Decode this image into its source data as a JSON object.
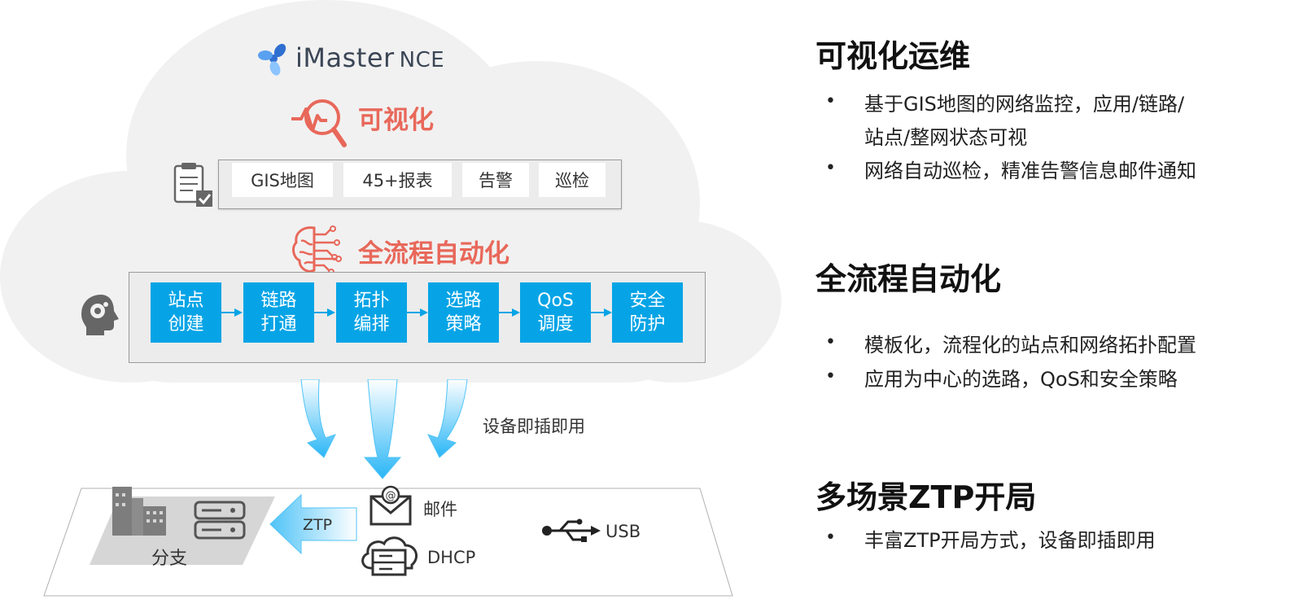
{
  "brand": {
    "name": "iMaster",
    "suffix": "NCE"
  },
  "visual": {
    "title": "可视化",
    "tags": [
      "GIS地图",
      "45+报表",
      "告警",
      "巡检"
    ]
  },
  "automation": {
    "title": "全流程自动化",
    "steps": [
      {
        "line1": "站点",
        "line2": "创建"
      },
      {
        "line1": "链路",
        "line2": "打通"
      },
      {
        "line1": "拓扑",
        "line2": "编排"
      },
      {
        "line1": "选路",
        "line2": "策略"
      },
      {
        "line1": "QoS",
        "line2": "调度"
      },
      {
        "line1": "安全",
        "line2": "防护"
      }
    ]
  },
  "bottom": {
    "plug_play": "设备即插即用",
    "branch": "分支",
    "ztp": "ZTP",
    "email": "邮件",
    "dhcp": "DHCP",
    "usb": "USB"
  },
  "right_panel": {
    "sections": [
      {
        "title": "可视化运维",
        "items": [
          "基于GIS地图的网络监控，应用/链路/",
          "站点/整网状态可视",
          "网络自动巡检，精准告警信息邮件通知"
        ]
      },
      {
        "title": "全流程自动化",
        "items": [
          "模板化，流程化的站点和网络拓扑配置",
          "应用为中心的选路，QoS和安全策略"
        ]
      },
      {
        "title": "多场景ZTP开局",
        "items": [
          "丰富ZTP开局方式，设备即插即用"
        ]
      }
    ]
  },
  "colors": {
    "accent_red": "#e8685a",
    "step_blue": "#06a4e6",
    "cloud": "#f1f1f1",
    "arrow_blue": "#4fc3f7"
  }
}
